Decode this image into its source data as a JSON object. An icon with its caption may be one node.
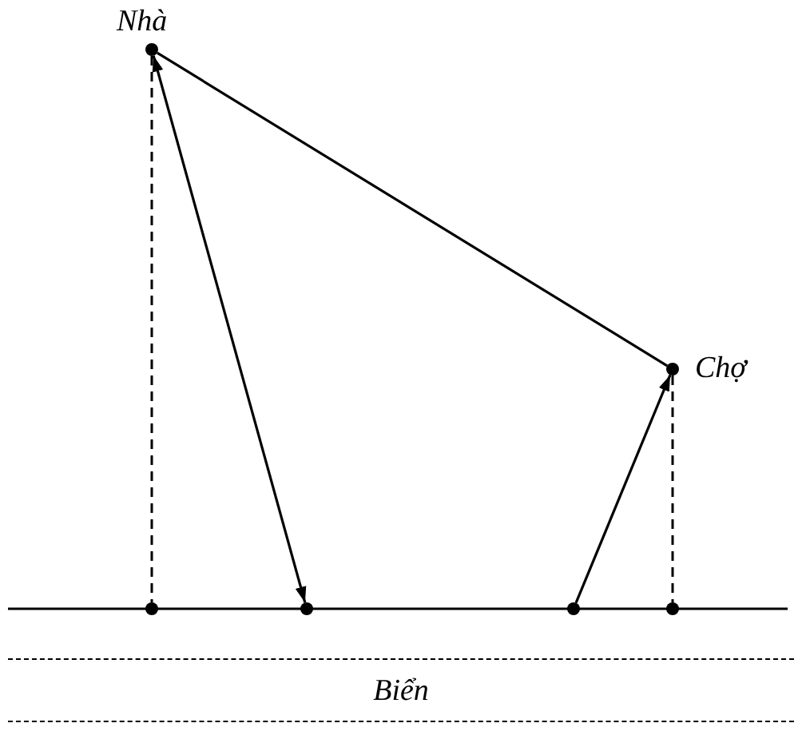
{
  "diagram": {
    "nodes": [
      {
        "text": [
          "Nhà"
        ]
      },
      {
        "text": [
          "Chợ"
        ]
      },
      {
        "text": [],
        "shape": "circle"
      },
      {
        "text": [],
        "shape": "circle"
      },
      {
        "text": [],
        "shape": "circle"
      },
      {
        "text": [],
        "shape": "circle"
      },
      {
        "text": [
          "Biển"
        ]
      }
    ],
    "edges": [
      {
        "from": 0,
        "to": 3,
        "arrow": "both"
      },
      {
        "from": 0,
        "to": 1,
        "arrow": "none"
      },
      {
        "from": 4,
        "to": 1,
        "arrow": "to"
      },
      {
        "from": 0,
        "to": 2,
        "arrow": "none",
        "style": "dashed"
      },
      {
        "from": 1,
        "to": 5,
        "arrow": "none",
        "style": "dashed"
      }
    ]
  }
}
